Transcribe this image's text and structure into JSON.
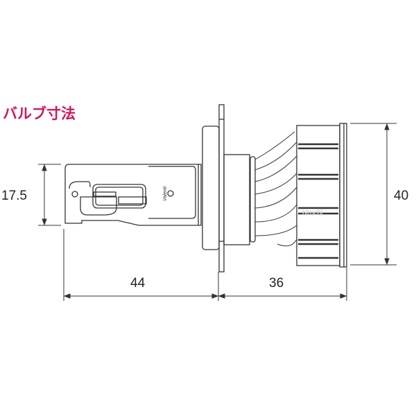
{
  "title": "バルブ寸法",
  "dimensions": {
    "connector_height": "17.5",
    "base_length": "44",
    "heatsink_length": "36",
    "heatsink_diameter": "40"
  },
  "watermark": "hirochi",
  "colors": {
    "title": "#d4145a",
    "line": "#333333"
  }
}
